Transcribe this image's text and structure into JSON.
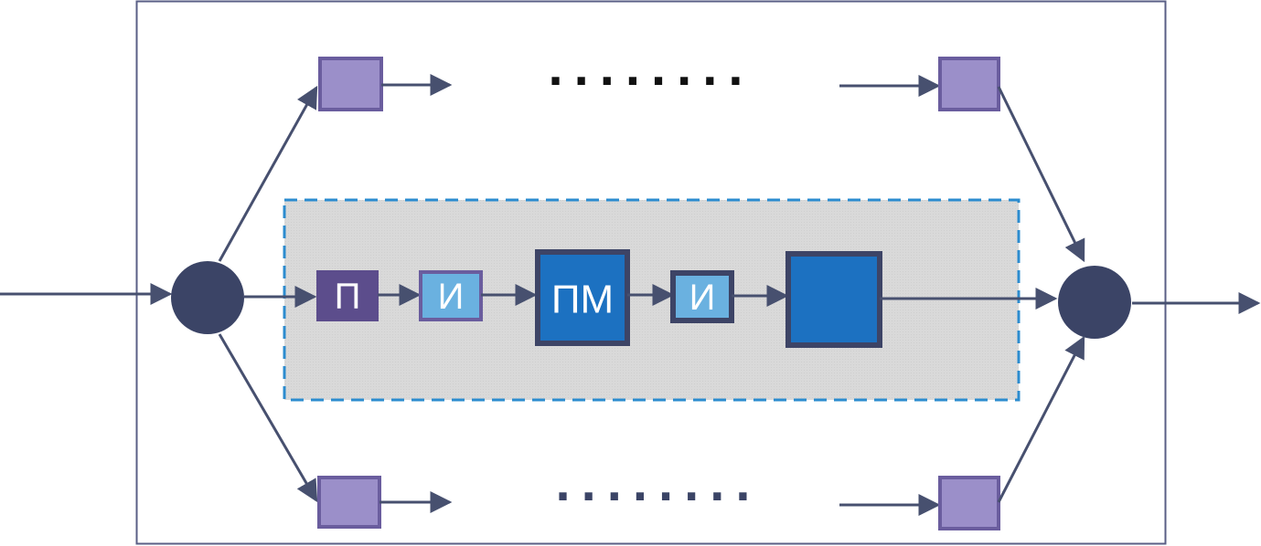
{
  "diagram": {
    "blocks": {
      "p": "П",
      "i1": "И",
      "pm": "ПМ",
      "i2": "И",
      "out": ""
    },
    "ellipsis_top": "........",
    "ellipsis_bottom": "........"
  },
  "colors": {
    "frame": "#5a5f86",
    "arrow": "#47506f",
    "node": "#3b4466",
    "purple_fill": "#9b8fc9",
    "purple_stroke": "#6a5d9e",
    "p_block_fill": "#5c4d8c",
    "i_block_fill": "#6ab1e0",
    "dark_blue_fill": "#1c71c1",
    "dark_blue_stroke": "#3d4466",
    "dashed_border": "#2c8ccf",
    "shaded_area": "#d6d6d6"
  }
}
